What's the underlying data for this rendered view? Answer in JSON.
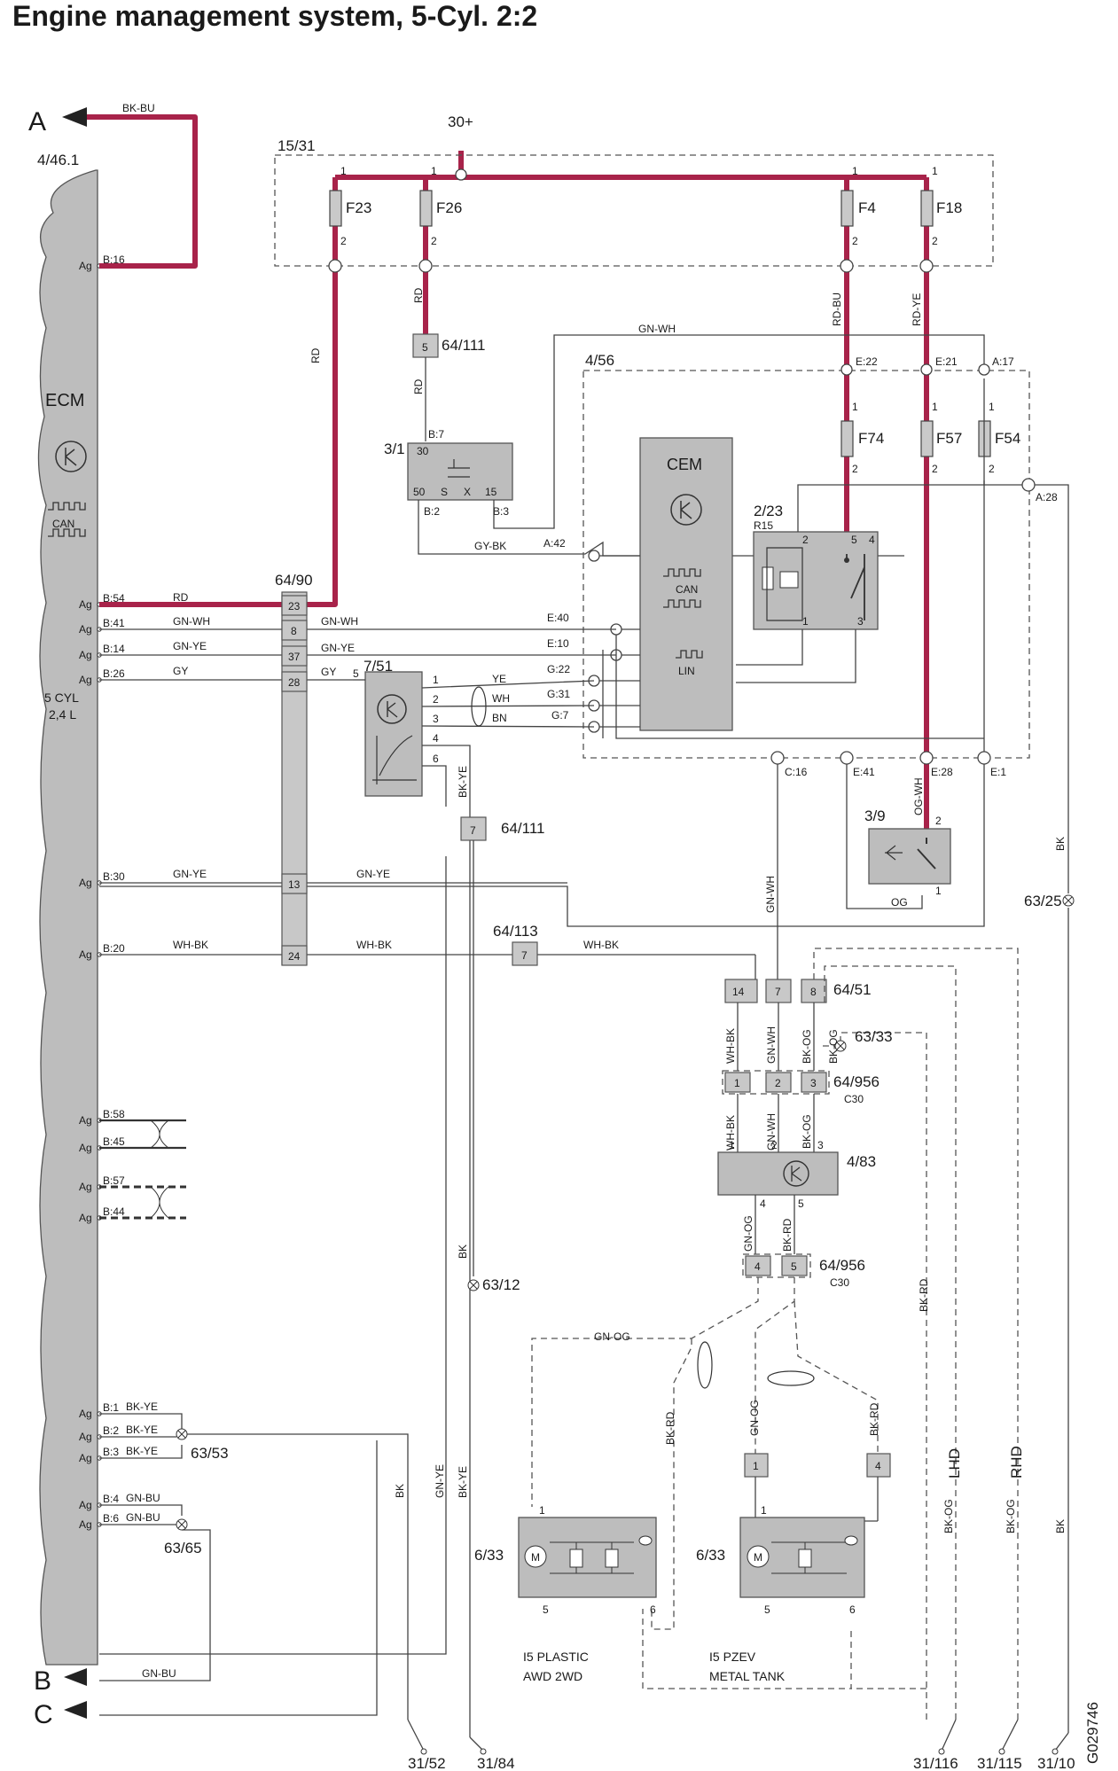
{
  "title": "Engine management system, 5-Cyl. 2:2",
  "figure_id": "G029746",
  "colors": {
    "power_wire": "#a8234a",
    "module_fill": "#bdbdbd",
    "wire": "#444444"
  },
  "ecm": {
    "ref": "4/46.1",
    "name": "ECM",
    "engine": "5 CYL",
    "displacement": "2,4 L",
    "can_label": "CAN",
    "pin_prefix": "Ag",
    "pins": [
      "B:16",
      "B:54",
      "B:41",
      "B:14",
      "B:26",
      "B:30",
      "B:20",
      "B:58",
      "B:45",
      "B:57",
      "B:44",
      "B:1",
      "B:2",
      "B:3",
      "B:4",
      "B:6"
    ]
  },
  "offpage": [
    "A",
    "B",
    "C"
  ],
  "supply": {
    "label": "30+",
    "fusebox": "15/31",
    "fuses": [
      "F23",
      "F26",
      "F4",
      "F18"
    ]
  },
  "cem": {
    "ref": "4/56",
    "name": "CEM",
    "can_label": "CAN",
    "lin_label": "LIN",
    "fuses": [
      "F74",
      "F57",
      "F54"
    ],
    "pins": [
      "E:22",
      "E:21",
      "A:17",
      "A:28",
      "A:42",
      "E:40",
      "E:10",
      "G:22",
      "G:31",
      "G:7",
      "C:16",
      "E:41",
      "E:28",
      "E:1"
    ]
  },
  "relay": {
    "ref": "2/23",
    "sub": "R15"
  },
  "ignition": {
    "ref": "3/1",
    "terms": [
      "30",
      "50",
      "S",
      "X",
      "15"
    ],
    "pins": [
      "B:7",
      "B:2",
      "B:3"
    ]
  },
  "sensor": {
    "ref": "7/51",
    "pins": [
      "1",
      "2",
      "3",
      "4",
      "5",
      "6"
    ]
  },
  "switch": {
    "ref": "3/9"
  },
  "connectors": {
    "c6490": {
      "ref": "64/90",
      "pins": [
        "23",
        "8",
        "37",
        "28",
        "13",
        "24"
      ]
    },
    "c64111a": {
      "ref": "64/111",
      "pin": "5"
    },
    "c64111b": {
      "ref": "64/111",
      "pin": "7"
    },
    "c64113": {
      "ref": "64/113",
      "pin": "7"
    },
    "c6451": {
      "ref": "64/51",
      "pins": [
        "14",
        "7",
        "8"
      ]
    },
    "c64956a": {
      "ref": "64/956",
      "sub": "C30",
      "pins": [
        "1",
        "2",
        "3"
      ]
    },
    "c64956b": {
      "ref": "64/956",
      "sub": "C30",
      "pins": [
        "4",
        "5"
      ]
    }
  },
  "fan_module": {
    "ref": "4/83"
  },
  "fans": [
    {
      "ref": "6/33",
      "caption1": "I5 PLASTIC",
      "caption2": "AWD 2WD"
    },
    {
      "ref": "6/33",
      "caption1": "I5 PZEV",
      "caption2": "METAL TANK"
    }
  ],
  "box_pins": [
    "1",
    "4"
  ],
  "splices": [
    "63/53",
    "63/65",
    "63/12",
    "63/25",
    "63/33"
  ],
  "grounds": [
    "31/52",
    "31/84",
    "31/116",
    "31/115",
    "31/10"
  ],
  "variants": [
    "LHD",
    "RHD"
  ],
  "wires": [
    "BK-BU",
    "RD",
    "RD",
    "RD",
    "RD-BU",
    "RD-YE",
    "GN-WH",
    "GY-BK",
    "RD",
    "GN-WH",
    "GN-WH",
    "GN-YE",
    "GN-YE",
    "GY",
    "GY",
    "YE",
    "WH",
    "BN",
    "BK-YE",
    "GN-YE",
    "GN-YE",
    "WH-BK",
    "WH-BK",
    "WH-BK",
    "OG-WH",
    "OG",
    "GN-WH",
    "BK",
    "WH-BK",
    "GN-WH",
    "BK-OG",
    "BK-OG",
    "WH-BK",
    "GN-WH",
    "BK-OG",
    "GN-OG",
    "BK-RD",
    "GN-OG",
    "BK-RD",
    "GN-OG",
    "BK-RD",
    "BK-RD",
    "BK-YE",
    "BK-YE",
    "BK-YE",
    "GN-BU",
    "GN-BU",
    "BK",
    "GN-YE",
    "BK",
    "BK-YE",
    "GN-BU",
    "BK-OG",
    "BK-OG",
    "BK"
  ]
}
